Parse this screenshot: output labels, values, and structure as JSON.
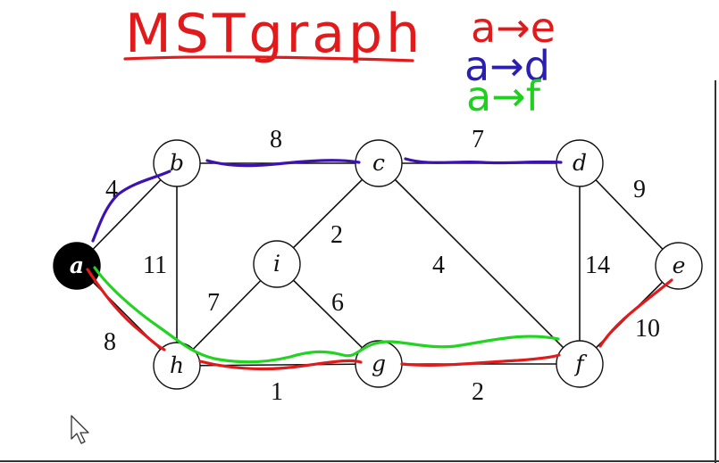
{
  "title": "MSTgraph",
  "notes": [
    {
      "id": "a-e",
      "text": "a→e",
      "color": "#e11b1b"
    },
    {
      "id": "a-d",
      "text": "a→d",
      "color": "#2a1fb0"
    },
    {
      "id": "a-f",
      "text": "a→f",
      "color": "#1fd01f"
    }
  ],
  "colors": {
    "red": "#e11b1b",
    "blue": "#3d12b0",
    "green": "#22d322",
    "node_fill": "#ffffff",
    "source_fill": "#000000"
  },
  "graph": {
    "nodes": [
      "a",
      "b",
      "c",
      "d",
      "e",
      "f",
      "g",
      "h",
      "i"
    ],
    "source": "a",
    "edges": [
      {
        "u": "a",
        "v": "b",
        "w": "4"
      },
      {
        "u": "a",
        "v": "h",
        "w": "8"
      },
      {
        "u": "b",
        "v": "c",
        "w": "8"
      },
      {
        "u": "b",
        "v": "h",
        "w": "11"
      },
      {
        "u": "c",
        "v": "d",
        "w": "7"
      },
      {
        "u": "c",
        "v": "i",
        "w": "2"
      },
      {
        "u": "c",
        "v": "f",
        "w": "4"
      },
      {
        "u": "d",
        "v": "e",
        "w": "9"
      },
      {
        "u": "d",
        "v": "f",
        "w": "14"
      },
      {
        "u": "e",
        "v": "f",
        "w": "10"
      },
      {
        "u": "f",
        "v": "g",
        "w": "2"
      },
      {
        "u": "g",
        "v": "h",
        "w": "1"
      },
      {
        "u": "g",
        "v": "i",
        "w": "6"
      },
      {
        "u": "h",
        "v": "i",
        "w": "7"
      }
    ]
  },
  "paths": [
    {
      "name": "a→e",
      "color": "red",
      "nodes": [
        "a",
        "h",
        "g",
        "f",
        "e"
      ]
    },
    {
      "name": "a→d",
      "color": "blue",
      "nodes": [
        "a",
        "b",
        "c",
        "d"
      ]
    },
    {
      "name": "a→f",
      "color": "green",
      "nodes": [
        "a",
        "h",
        "g",
        "f"
      ]
    }
  ],
  "cursor_icon": "arrow-cursor-icon"
}
